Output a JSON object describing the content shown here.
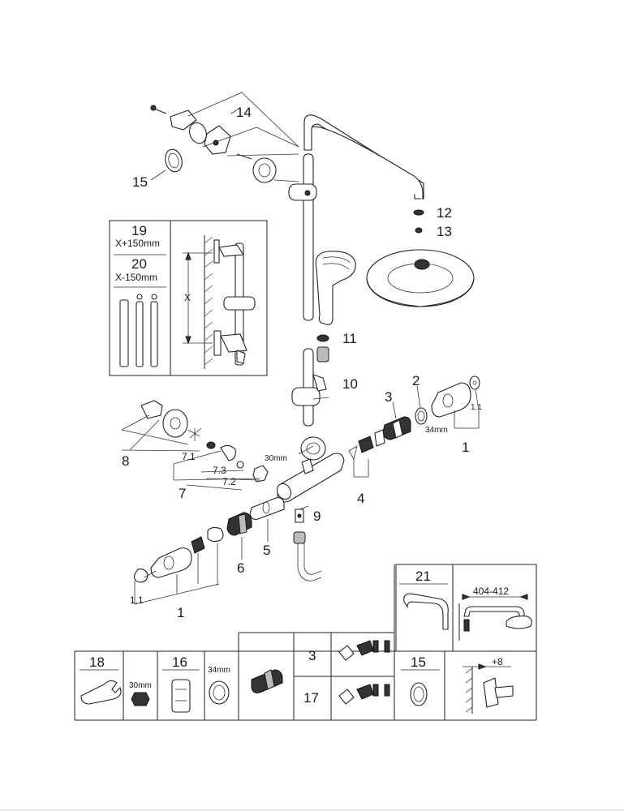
{
  "callouts": {
    "c14": "14",
    "c15": "15",
    "c12": "12",
    "c13": "13",
    "c11": "11",
    "c10": "10",
    "c3": "3",
    "c2": "2",
    "c1_right": "1",
    "c1_1_right": "1.1",
    "mm34_right": "34mm",
    "c8": "8",
    "c7_1": "7.1",
    "c7_3": "7.3",
    "c7_2": "7.2",
    "c7": "7",
    "mm30": "30mm",
    "c4": "4",
    "c9": "9",
    "c5": "5",
    "c6": "6",
    "c1_1_left": "1.1",
    "c1_left": "1"
  },
  "inset_rod": {
    "n19": "19",
    "d19": "X+150mm",
    "n20": "20",
    "d20": "X-150mm",
    "x": "X"
  },
  "inset_arm": {
    "n21": "21",
    "dim": "404-412"
  },
  "tools": {
    "n18": "18",
    "mm30": "30mm",
    "n16": "16",
    "mm34": "34mm",
    "n3": "3",
    "n17": "17",
    "n15": "15",
    "plus8": "+8"
  }
}
